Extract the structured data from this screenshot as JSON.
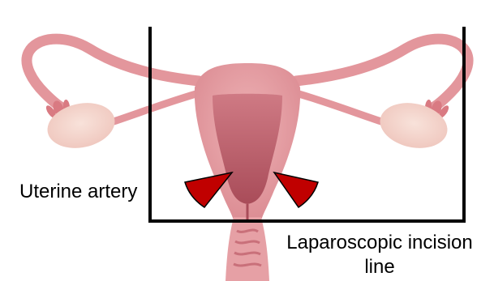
{
  "labels": {
    "uterine_artery": "Uterine artery",
    "incision_line_1": "Laparoscopic incision",
    "incision_line_2": "line"
  },
  "colors": {
    "tissue": "#e8a3a7",
    "tissue_shadow": "#d4868c",
    "cavity": "#b95a66",
    "ovary": "#f3d2ca",
    "fimbria": "#d97a82",
    "artery_marker": "#c00000",
    "incision_frame": "#000000"
  }
}
